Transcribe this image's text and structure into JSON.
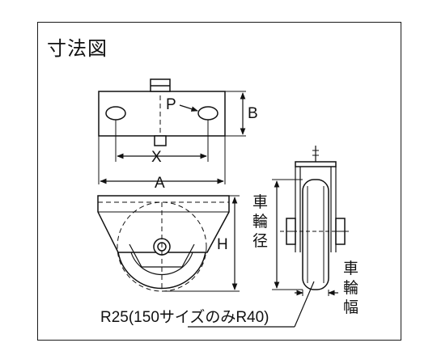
{
  "title": "寸法図",
  "labels": {
    "p": "P",
    "b": "B",
    "x": "X",
    "a": "A",
    "h": "H",
    "wheel_diameter": [
      "車",
      "輪",
      "径"
    ],
    "wheel_width": [
      "車",
      "輪",
      "幅"
    ],
    "radius_note": "R25(150サイズのみR40)"
  }
}
